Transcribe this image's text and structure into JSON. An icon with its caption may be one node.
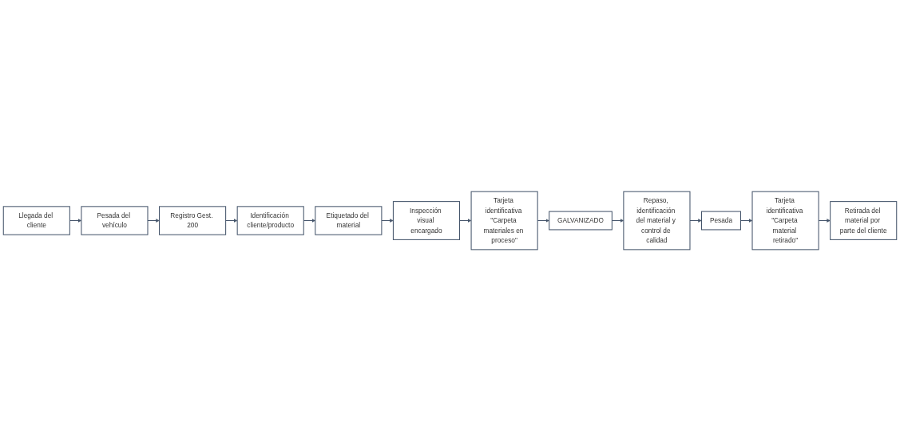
{
  "diagram": {
    "nodes": [
      {
        "text": [
          "Llegada del cliente"
        ]
      },
      {
        "text": [
          "Pesada del vehículo"
        ]
      },
      {
        "text": [
          "Registro Gest. 200"
        ]
      },
      {
        "text": [
          "Identificación cliente/producto"
        ]
      },
      {
        "text": [
          "Etiquetado del material"
        ]
      },
      {
        "text": [
          "Inspección visual encargado"
        ]
      },
      {
        "text": [
          "Tarjeta identificativa \"Carpeta materiales en proceso\""
        ]
      },
      {
        "text": [
          "GALVANIZADO"
        ]
      },
      {
        "text": [
          "Repaso, identificación del material y control de calidad"
        ]
      },
      {
        "text": [
          "Pesada"
        ]
      },
      {
        "text": [
          "Tarjeta identificativa \"Carpeta material retirado\""
        ]
      },
      {
        "text": [
          "Retirada del material por parte del cliente"
        ]
      }
    ],
    "edges": [
      {
        "from": 0,
        "to": 1,
        "arrow": "to"
      },
      {
        "from": 1,
        "to": 2,
        "arrow": "to"
      },
      {
        "from": 2,
        "to": 3,
        "arrow": "to"
      },
      {
        "from": 3,
        "to": 4,
        "arrow": "to"
      },
      {
        "from": 4,
        "to": 5,
        "arrow": "to"
      },
      {
        "from": 5,
        "to": 6,
        "arrow": "to"
      },
      {
        "from": 6,
        "to": 7,
        "arrow": "to"
      },
      {
        "from": 7,
        "to": 8,
        "arrow": "to"
      },
      {
        "from": 8,
        "to": 9,
        "arrow": "to"
      },
      {
        "from": 9,
        "to": 10,
        "arrow": "to"
      },
      {
        "from": 10,
        "to": 11,
        "arrow": "to"
      }
    ]
  }
}
